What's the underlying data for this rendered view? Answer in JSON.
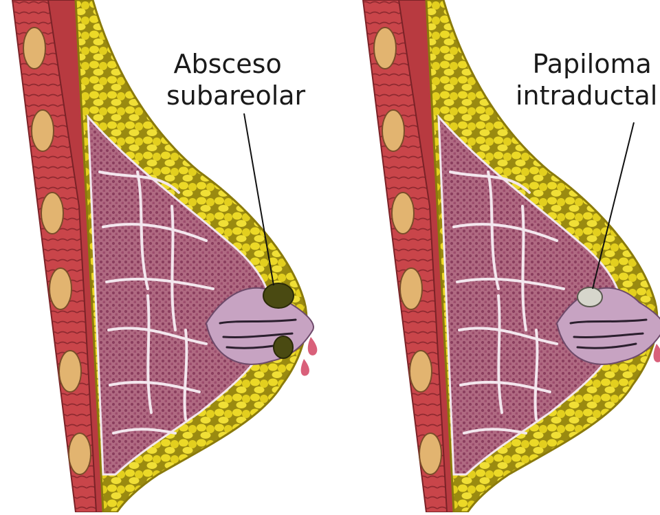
{
  "panels": [
    {
      "label_line1": "Absceso",
      "label_line2": "subareolar"
    },
    {
      "label_line1": "Papiloma",
      "label_line2": "intraductal"
    }
  ],
  "colors": {
    "muscle": "#c9454a",
    "muscle_dark": "#8e2a30",
    "fat": "#e6d21f",
    "fat_outline": "#9a8a10",
    "gland": "#b06a82",
    "gland_dots": "#8a3e5e",
    "septa": "#f3e7ee",
    "duct": "#c7a3c2",
    "abscess": "#4a4a12",
    "papilloma": "#d6d6cc",
    "drop": "#d9607a"
  }
}
